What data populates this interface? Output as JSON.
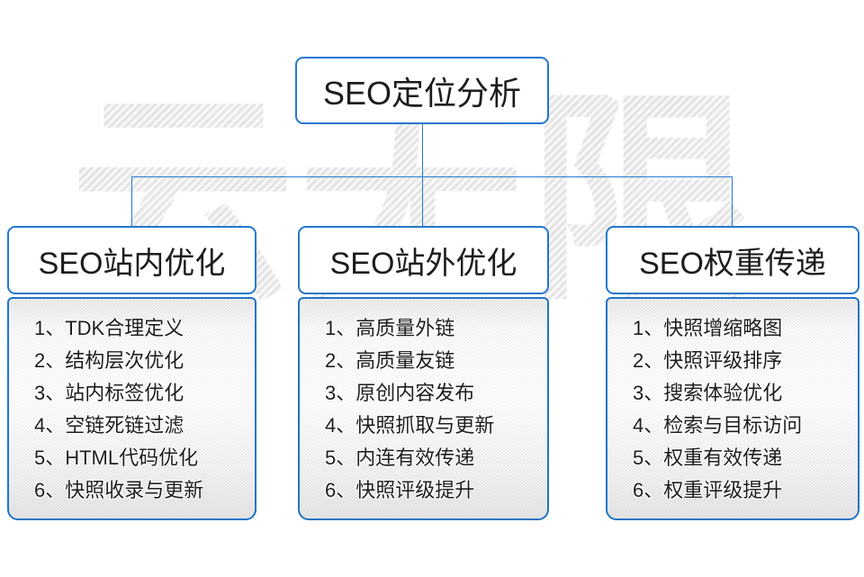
{
  "page": {
    "watermark_text": "云无限",
    "background": "#ffffff"
  },
  "colors": {
    "accent_blue": "#2478cd",
    "panel_gray_bottom": "#e6e6e6",
    "text_dark": "#1d1d1d",
    "watermark_gray": "#e4e4e4"
  },
  "root_node": {
    "label": "SEO定位分析"
  },
  "branches": [
    {
      "title": "SEO站内优化",
      "items": [
        "1、TDK合理定义",
        "2、结构层次优化",
        "3、站内标签优化",
        "4、空链死链过滤",
        "5、HTML代码优化",
        "6、快照收录与更新"
      ]
    },
    {
      "title": "SEO站外优化",
      "items": [
        "1、高质量外链",
        "2、高质量友链",
        "3、原创内容发布",
        "4、快照抓取与更新",
        "5、内连有效传递",
        "6、快照评级提升"
      ]
    },
    {
      "title": "SEO权重传递",
      "items": [
        "1、快照增缩略图",
        "2、快照评级排序",
        "3、搜索体验优化",
        "4、检索与目标访问",
        "5、权重有效传递",
        "6、权重评级提升"
      ]
    }
  ]
}
